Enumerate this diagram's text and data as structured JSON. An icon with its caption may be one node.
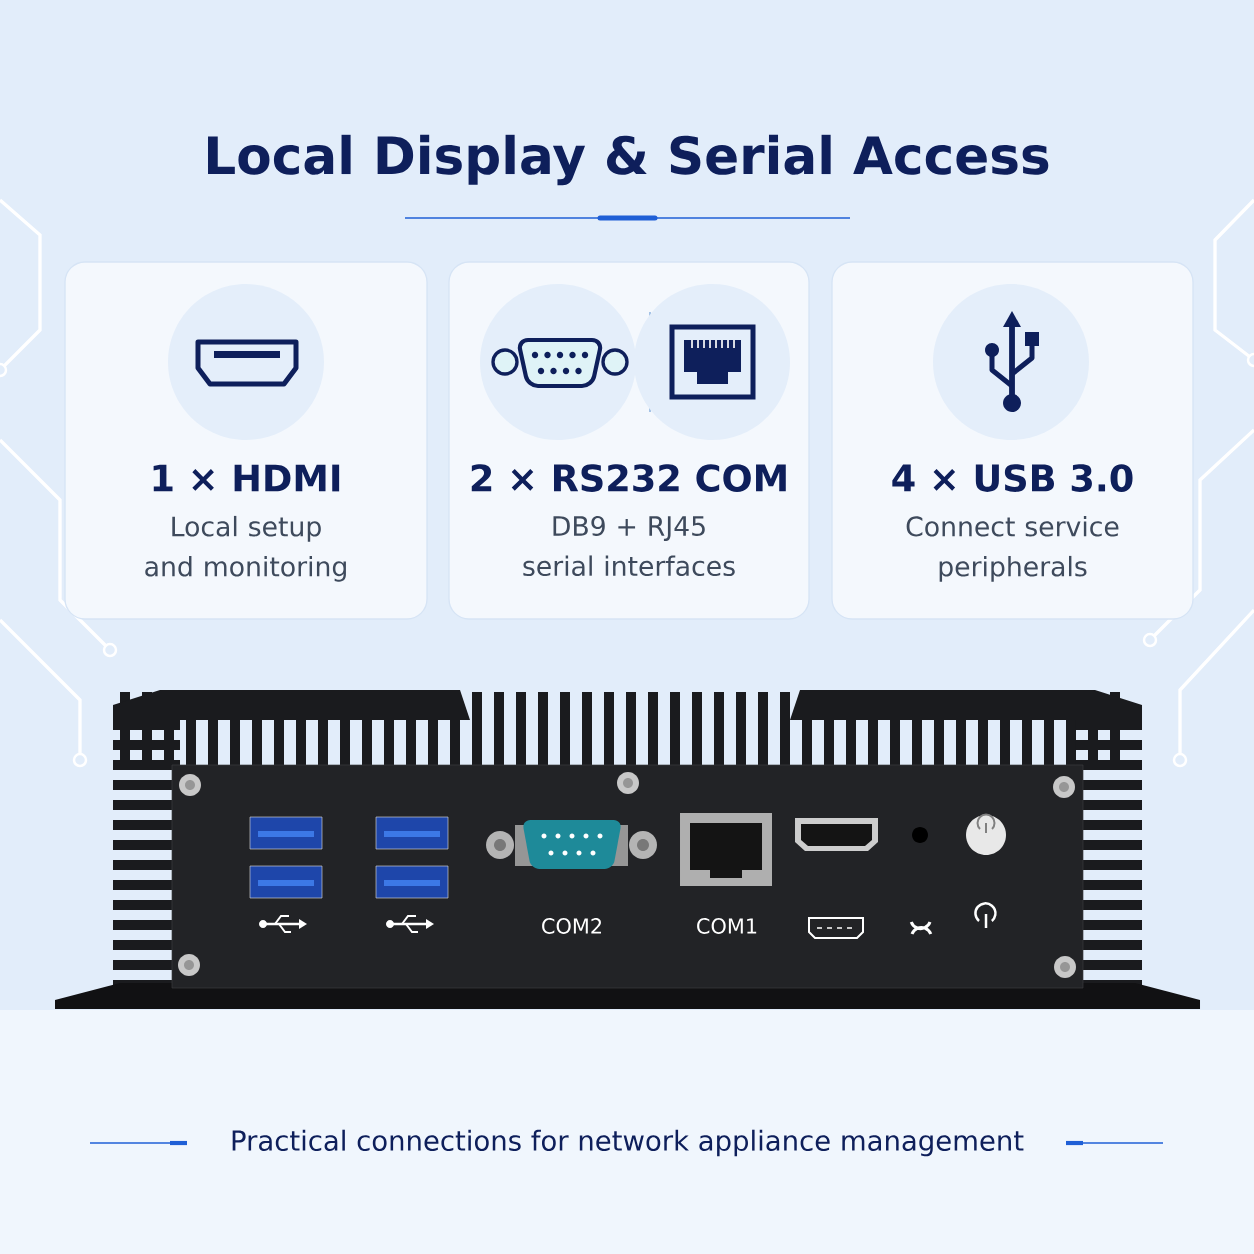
{
  "diagram": {
    "title": "Local Display & Serial Access",
    "caption": "Practical connections for network appliance management",
    "nodes": [
      {
        "text": [
          "1 × HDMI",
          "Local setup and monitoring"
        ]
      },
      {
        "text": [
          "2 × RS232 COM",
          "DB9 + RJ45 serial interfaces"
        ]
      },
      {
        "text": [
          "4 × USB 3.0",
          "Connect service peripherals"
        ]
      }
    ],
    "labels": [
      "COM2",
      "COM1"
    ]
  }
}
